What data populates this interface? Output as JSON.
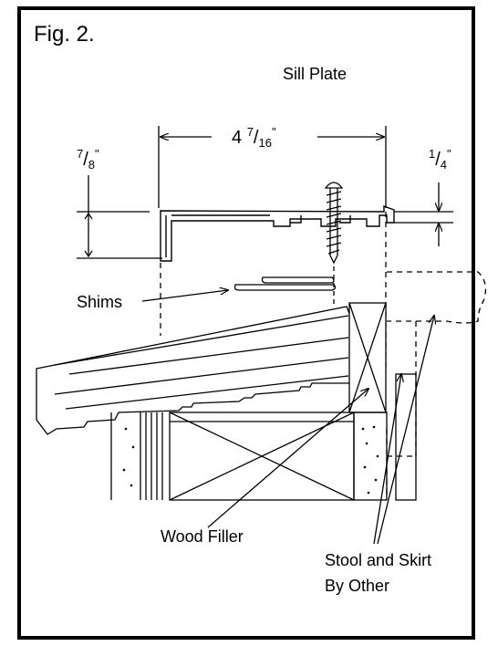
{
  "figure_label": "Fig. 2.",
  "title": "Sill Plate",
  "dimensions": {
    "width": {
      "whole": "4 ",
      "num": "7",
      "den": "16",
      "unit": "\""
    },
    "height_left": {
      "num": "7",
      "den": "8",
      "unit": "\""
    },
    "height_right": {
      "num": "1",
      "den": "4",
      "unit": "\""
    }
  },
  "labels": {
    "shims": "Shims",
    "wood_filler": "Wood Filler",
    "stool_line1": "Stool and Skirt",
    "stool_line2": "By Other"
  }
}
